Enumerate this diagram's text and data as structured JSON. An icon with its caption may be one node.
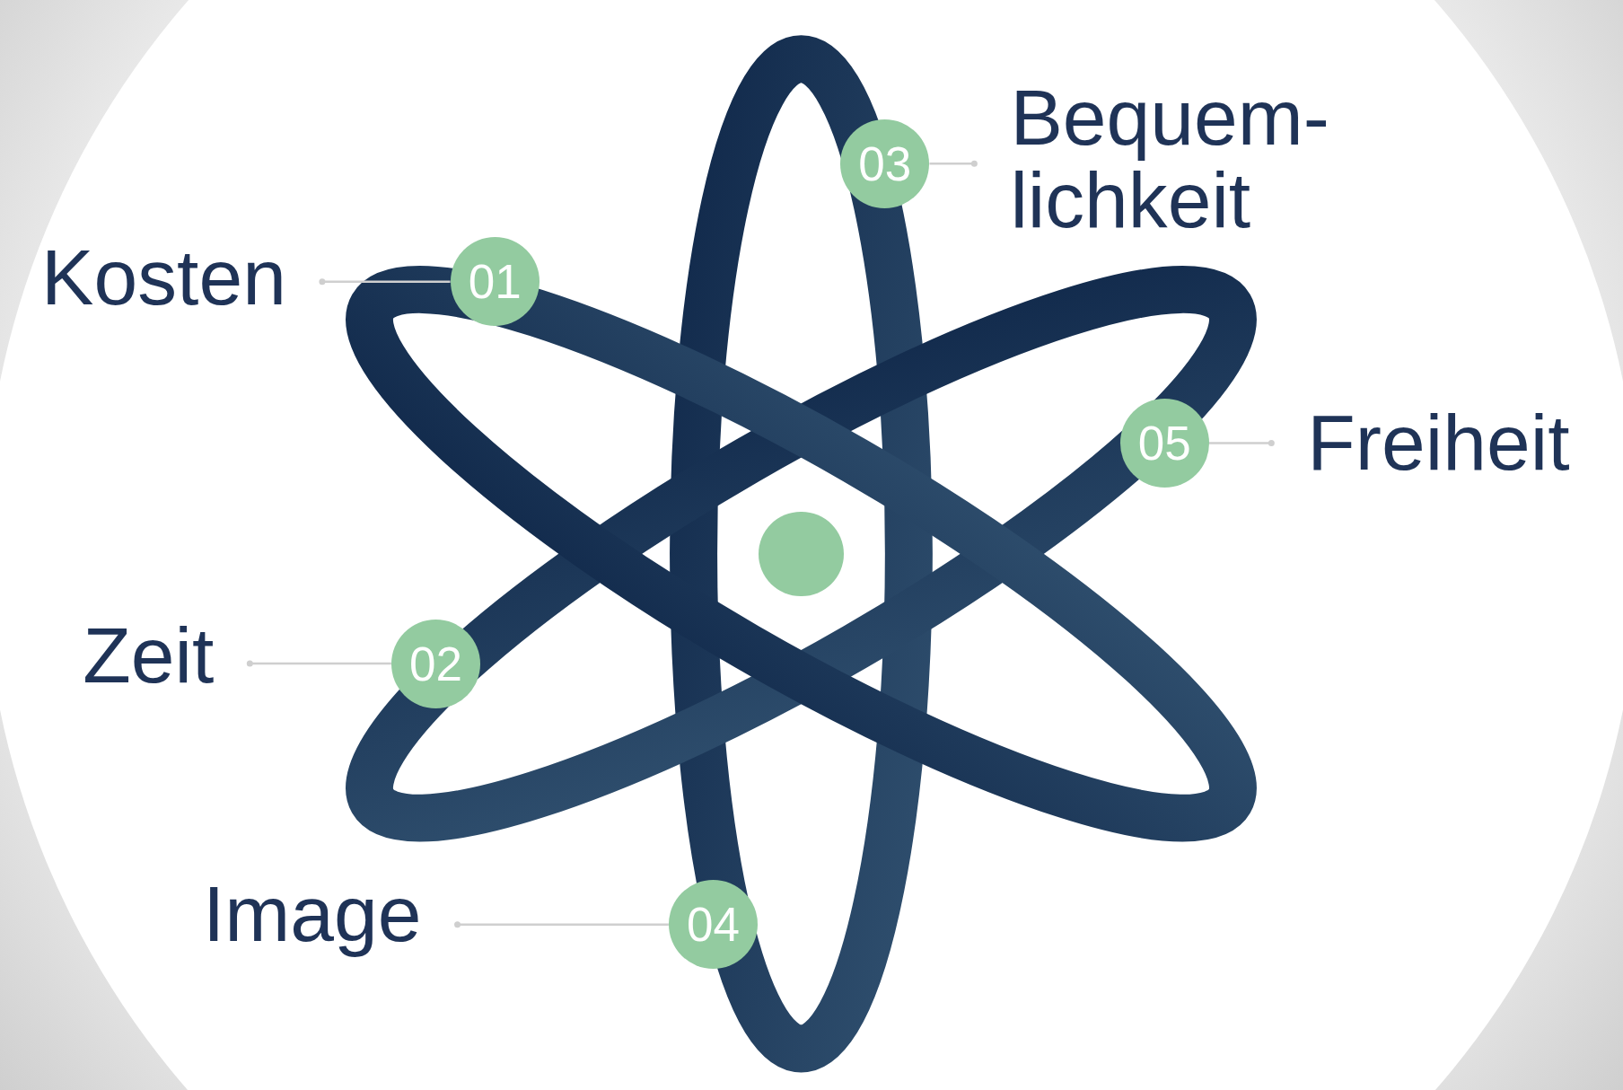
{
  "diagram": {
    "nodes": [
      {
        "text": [
          "Kosten"
        ]
      },
      {
        "text": [
          "01"
        ]
      },
      {
        "text": [
          "Bequem- lichkeit"
        ]
      },
      {
        "text": [
          "03"
        ]
      },
      {
        "text": [
          "Freiheit"
        ]
      },
      {
        "text": [
          "05"
        ]
      },
      {
        "text": [],
        "shape": "circle"
      },
      {
        "text": [
          "Zeit"
        ]
      },
      {
        "text": [
          "02"
        ]
      },
      {
        "text": [
          "Image"
        ]
      },
      {
        "text": [
          "04"
        ]
      }
    ],
    "edges": [
      {
        "from": 0,
        "to": 1,
        "arrow": "other"
      },
      {
        "from": 2,
        "to": 3,
        "arrow": "other"
      },
      {
        "from": 4,
        "to": 5,
        "arrow": "other"
      },
      {
        "from": 7,
        "to": 8,
        "arrow": "other"
      },
      {
        "from": 9,
        "to": 10,
        "arrow": "other"
      }
    ]
  }
}
